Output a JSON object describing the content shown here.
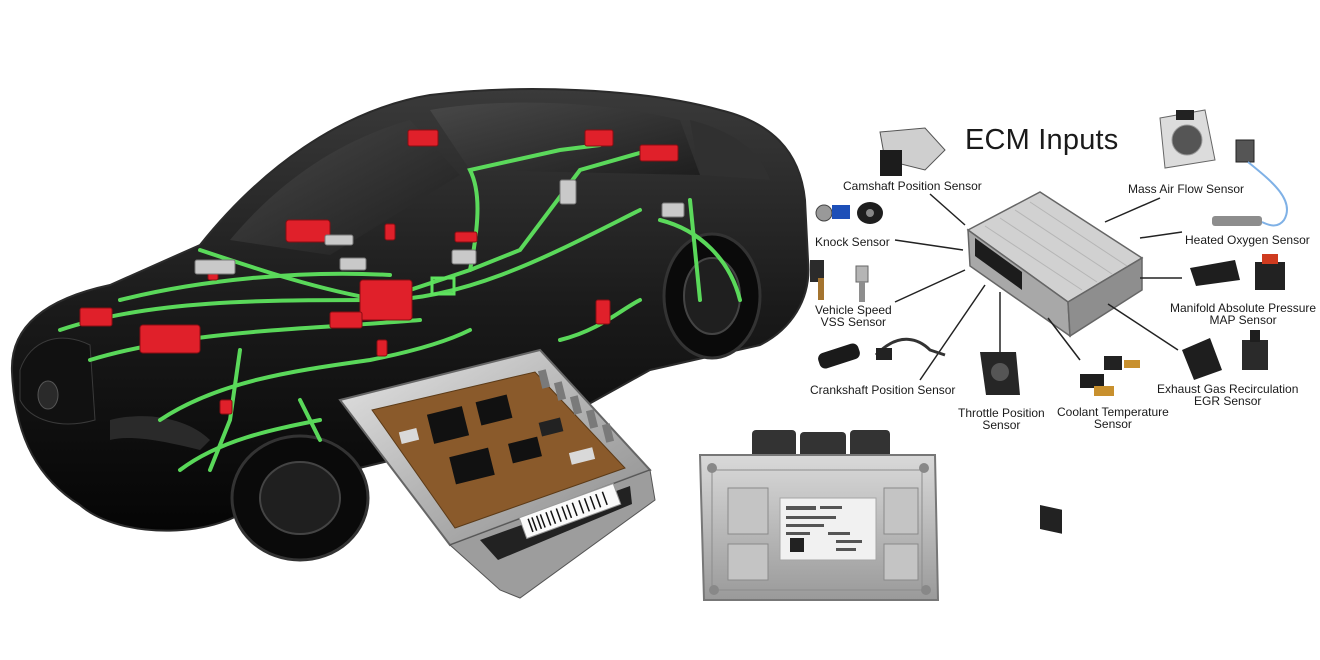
{
  "diagram": {
    "title": "ECM Inputs",
    "sensors": {
      "camshaft": "Camshaft Position Sensor",
      "knock": "Knock Sensor",
      "vehicle_speed_1": "Vehicle Speed",
      "vehicle_speed_2": "VSS Sensor",
      "crankshaft": "Crankshaft Position Sensor",
      "throttle_1": "Throttle Position",
      "throttle_2": "Sensor",
      "coolant_1": "Coolant Temperature",
      "coolant_2": "Sensor",
      "maf": "Mass Air Flow Sensor",
      "oxygen": "Heated Oxygen Sensor",
      "map_1": "Manifold Absolute Pressure",
      "map_2": "MAP Sensor",
      "egr_1": "Exhaust Gas Recirculation",
      "egr_2": "EGR Sensor"
    }
  },
  "colors": {
    "car_body": "#141414",
    "wire_harness": "#5ee35e",
    "connector": "#e0202a",
    "ecm_metal": "#b9b9b9",
    "pcb": "#8a5a2b",
    "line": "#222222"
  }
}
